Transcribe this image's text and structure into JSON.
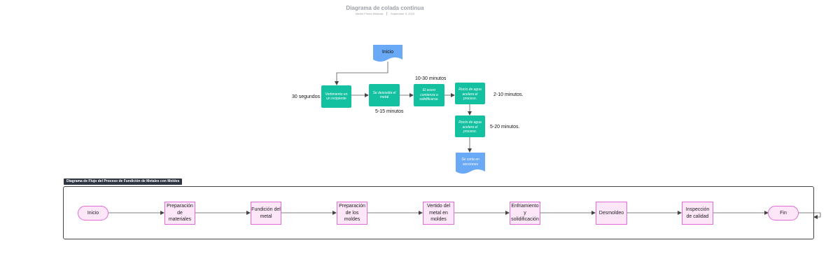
{
  "header": {
    "title": "Diagrama de colada continua",
    "author": "Martín Flores Miranda",
    "date": "September 9, 2023"
  },
  "top_flow": {
    "start_label": "Inicio",
    "steps": [
      "Vertimiento en un recipiente",
      "Se desoxida el metal",
      "El acero comienza a solidificarse.",
      "Rocío de agua acelera el proceso.",
      "Rocío de agua acelera el proceso."
    ],
    "end_label": "Se corta en secciones",
    "times": [
      "30 segundos",
      "5-15 minutos",
      "10-30 minutos",
      "2-10 minutos.",
      "5-20 minutos."
    ]
  },
  "bottom_flow": {
    "frame_title": "Diagrama de Flujo del Proceso de Fundición de Metales con Moldes",
    "start": "Inicio",
    "end": "Fin",
    "steps": [
      "Preparación de materiales",
      "Fundición del metal",
      "Preparación de los moldes",
      "Vertido del metal en moldes",
      "Enfriamiento y solidificación",
      "Desmoldeo",
      "Inspección de calidad"
    ]
  },
  "colors": {
    "teal": "#13c0a0",
    "blue_doc": "#6aa9f5",
    "pink_fill": "#fde6f8",
    "pink_border": "#e06cd6",
    "frame_tag": "#2d3541"
  }
}
